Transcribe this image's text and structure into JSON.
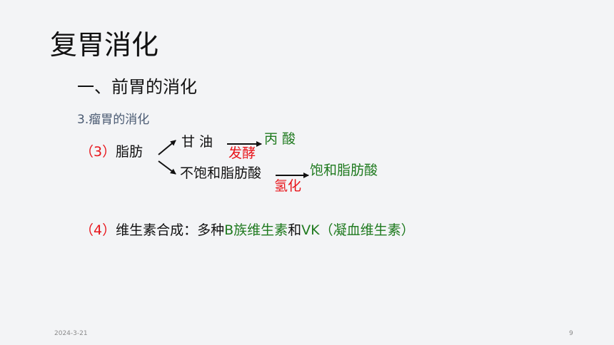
{
  "slide": {
    "title": "复胃消化",
    "subtitle": "一、前胃的消化",
    "section": "3.瘤胃的消化",
    "item3": {
      "label": "（3）",
      "subject": "脂肪",
      "upper_product": "甘  油",
      "upper_process": "发酵",
      "upper_result": "丙  酸",
      "lower_product": "不饱和脂肪酸",
      "lower_process": "氢化",
      "lower_result": "饱和脂肪酸"
    },
    "item4": {
      "label": "（4）",
      "text_a": "维生素合成：多种",
      "text_b": "B族维生素",
      "text_c": "和",
      "text_d": "VK（凝血维生素）"
    },
    "footer": {
      "date": "2024-3-21",
      "page": "9"
    }
  },
  "colors": {
    "accent_red": "#e8141a",
    "accent_green": "#1f7a1f",
    "section_blue": "#4a5a72"
  }
}
